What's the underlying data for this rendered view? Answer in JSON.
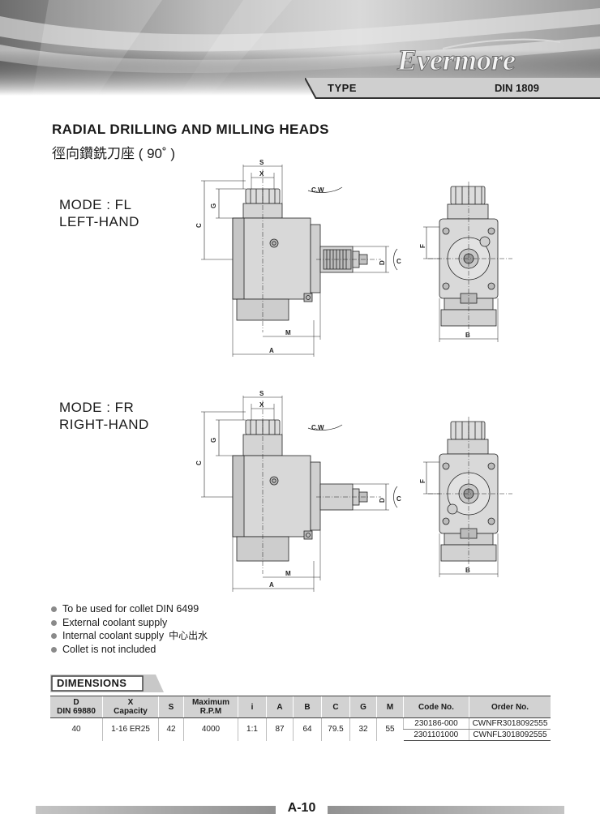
{
  "header": {
    "brand": "Evermore",
    "type_label": "TYPE",
    "standard": "DIN 1809"
  },
  "title": "RADIAL DRILLING AND MILLING HEADS",
  "subtitle": "徑向鑽銑刀座 ( 90˚ )",
  "modes": [
    {
      "line1": "MODE : FL",
      "line2": "LEFT-HAND"
    },
    {
      "line1": "MODE : FR",
      "line2": "RIGHT-HAND"
    }
  ],
  "drawing_labels": {
    "s": "S",
    "x": "X",
    "g": "G",
    "c": "C",
    "d": "D",
    "f": "F",
    "m": "M",
    "a": "A",
    "b": "B",
    "cw": "C.W"
  },
  "features": [
    {
      "text": "To be used for collet DIN 6499",
      "note": ""
    },
    {
      "text": "External coolant supply",
      "note": ""
    },
    {
      "text": "Internal coolant supply",
      "note": "中心出水"
    },
    {
      "text": "Collet is not included",
      "note": ""
    }
  ],
  "dimensions": {
    "title": "DIMENSIONS",
    "headers": {
      "d_line1": "D",
      "d_line2": "DIN 69880",
      "x_line1": "X",
      "x_line2": "Capacity",
      "s": "S",
      "rpm_line1": "Maximum",
      "rpm_line2": "R.P.M",
      "i": "i",
      "a": "A",
      "b": "B",
      "c": "C",
      "g": "G",
      "m": "M",
      "code": "Code No.",
      "order": "Order No."
    },
    "row": {
      "d": "40",
      "x": "1-16  ER25",
      "s": "42",
      "rpm": "4000",
      "i": "1:1",
      "a": "87",
      "b": "64",
      "c": "79.5",
      "g": "32",
      "m": "55"
    },
    "codes": [
      {
        "code": "230186-000",
        "order": "CWNFR3018092555"
      },
      {
        "code": "2301101000",
        "order": "CWNFL3018092555"
      }
    ]
  },
  "footer": {
    "page": "A-10"
  }
}
